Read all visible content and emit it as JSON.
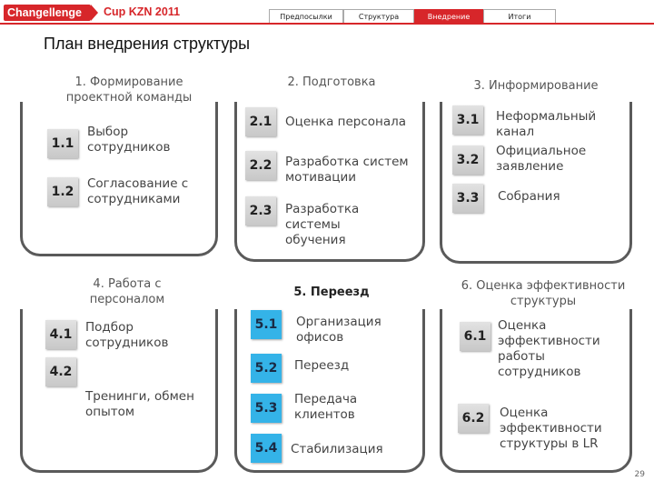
{
  "header": {
    "logo": "Changellenge",
    "cup": "Cup KZN 2011",
    "tabs": [
      "Предпосылки",
      "Структура",
      "Внедрение",
      "Итоги"
    ],
    "active_tab": "Внедрение"
  },
  "title": "План внедрения структуры",
  "groups": [
    {
      "title": "1. Формирование проектной команды",
      "items": [
        {
          "num": "1.1",
          "text": "Выбор сотрудников"
        },
        {
          "num": "1.2",
          "text": "Согласование с сотрудниками"
        }
      ]
    },
    {
      "title": "2. Подготовка",
      "items": [
        {
          "num": "2.1",
          "text": "Оценка персонала"
        },
        {
          "num": "2.2",
          "text": "Разработка систем мотивации"
        },
        {
          "num": "2.3",
          "text": "Разработка системы обучения"
        }
      ]
    },
    {
      "title": "3. Информирование",
      "items": [
        {
          "num": "3.1",
          "text": "Неформальный канал"
        },
        {
          "num": "3.2",
          "text": "Официальное заявление"
        },
        {
          "num": "3.3",
          "text": "Собрания"
        }
      ]
    },
    {
      "title": "4. Работа с персоналом",
      "items": [
        {
          "num": "4.1",
          "text": "Подбор сотрудников"
        },
        {
          "num": "4.2",
          "text": "Тренинги, обмен опытом"
        }
      ]
    },
    {
      "title": "5. Переезд",
      "items": [
        {
          "num": "5.1",
          "text": "Организация офисов"
        },
        {
          "num": "5.2",
          "text": "Переезд"
        },
        {
          "num": "5.3",
          "text": "Передача клиентов"
        },
        {
          "num": "5.4",
          "text": "Стабилизация"
        }
      ]
    },
    {
      "title": "6. Оценка эффективности структуры",
      "items": [
        {
          "num": "6.1",
          "text": "Оценка эффективности работы сотрудников"
        },
        {
          "num": "6.2",
          "text": "Оценка эффективности структуры в LR"
        }
      ]
    }
  ],
  "page_number": "29"
}
